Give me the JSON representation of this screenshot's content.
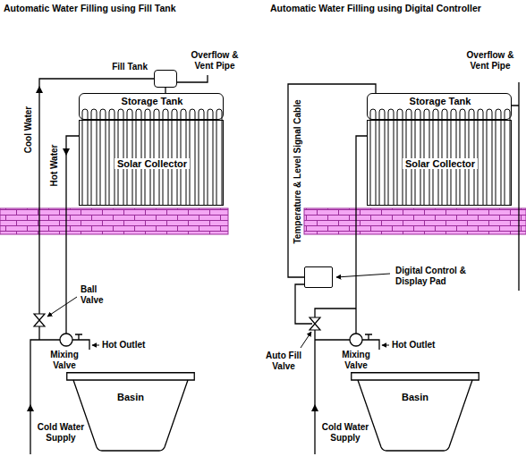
{
  "diagram": {
    "nodes": [
      {
        "text": [
          "Fill Tank"
        ]
      },
      {
        "text": [
          "Storage Tank"
        ]
      },
      {
        "text": [
          "Solar Collector"
        ]
      },
      {
        "text": [
          "Basin"
        ]
      },
      {
        "text": [
          "Storage Tank"
        ]
      },
      {
        "text": [
          "Solar Collector"
        ]
      },
      {
        "text": [
          "Digital Control & Display Pad"
        ]
      },
      {
        "text": [
          "Basin"
        ]
      }
    ],
    "edges": [
      {
        "from": 0,
        "to": 1,
        "arrow": "none"
      },
      {
        "from": 4,
        "to": 6,
        "arrow": "none"
      }
    ],
    "labels": [
      "Automatic Water Filling using Fill Tank",
      "Overflow & Vent Pipe",
      "Cool Water",
      "Hot Water",
      "Ball Valve",
      "Mixing Valve",
      "Hot Outlet",
      "Cold Water Supply",
      "Automatic Water Filling using Digital Controller",
      "Overflow & Vent Pipe",
      "Temperature & Level Signal Cable",
      "Auto Fill Valve",
      "Mixing Valve",
      "Hot Outlet",
      "Cold Water Supply"
    ]
  }
}
